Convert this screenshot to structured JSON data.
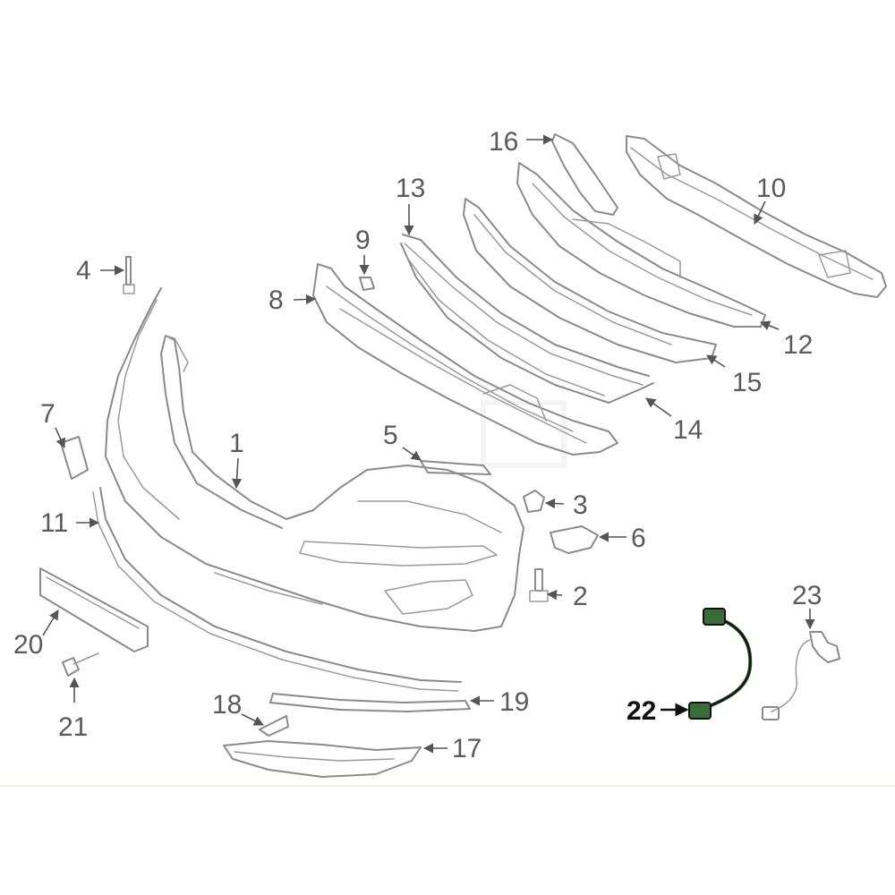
{
  "callouts": [
    {
      "id": "1",
      "label": "1"
    },
    {
      "id": "2",
      "label": "2"
    },
    {
      "id": "3",
      "label": "3"
    },
    {
      "id": "4",
      "label": "4"
    },
    {
      "id": "5",
      "label": "5"
    },
    {
      "id": "6",
      "label": "6"
    },
    {
      "id": "7",
      "label": "7"
    },
    {
      "id": "8",
      "label": "8"
    },
    {
      "id": "9",
      "label": "9"
    },
    {
      "id": "10",
      "label": "10"
    },
    {
      "id": "11",
      "label": "11"
    },
    {
      "id": "12",
      "label": "12"
    },
    {
      "id": "13",
      "label": "13"
    },
    {
      "id": "14",
      "label": "14"
    },
    {
      "id": "15",
      "label": "15"
    },
    {
      "id": "16",
      "label": "16"
    },
    {
      "id": "17",
      "label": "17"
    },
    {
      "id": "18",
      "label": "18"
    },
    {
      "id": "19",
      "label": "19"
    },
    {
      "id": "20",
      "label": "20"
    },
    {
      "id": "21",
      "label": "21"
    },
    {
      "id": "22",
      "label": "22",
      "highlighted": true
    },
    {
      "id": "23",
      "label": "23"
    }
  ],
  "colors": {
    "line_art": "#8a8a8a",
    "highlight_part": "#3b6b3b",
    "highlight_label": "#111111"
  }
}
